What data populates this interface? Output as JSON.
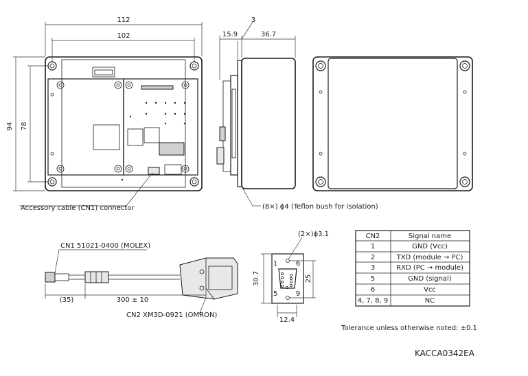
{
  "dimensions": {
    "width_outer": "112",
    "width_inner": "102",
    "height_outer": "94",
    "height_inner": "78",
    "side_thickness": "3",
    "side_front": "15.9",
    "side_depth": "36.7",
    "cable_tail": "(35)",
    "cable_length": "300 ± 10",
    "dsub_height": "30.7",
    "dsub_pin_span": "25",
    "dsub_width": "12.4"
  },
  "labels": {
    "accessory_cable": "Accessory cable (CN1) connector",
    "teflon_bush": "(8×) ϕ4 (Teflon bush for isolation)",
    "cn1_connector": "CN1 51021-0400 (MOLEX)",
    "cn2_connector": "CN2 XM3D-0921 (OMRON)",
    "mount_hole": "(2×)ϕ3.1",
    "pin_1": "1",
    "pin_5": "5",
    "pin_6": "6",
    "pin_9": "9",
    "tolerance": "Tolerance unless otherwise noted: ±0.1",
    "drawing_code": "KACCA0342EA"
  },
  "table": {
    "headers": [
      "CN2",
      "Signal name"
    ],
    "rows": [
      [
        "1",
        "GND (Vcc)"
      ],
      [
        "2",
        "TXD (module → PC)"
      ],
      [
        "3",
        "RXD (PC → module)"
      ],
      [
        "5",
        "GND (signal)"
      ],
      [
        "6",
        "Vcc"
      ],
      [
        "4, 7, 8, 9",
        "NC"
      ]
    ]
  }
}
